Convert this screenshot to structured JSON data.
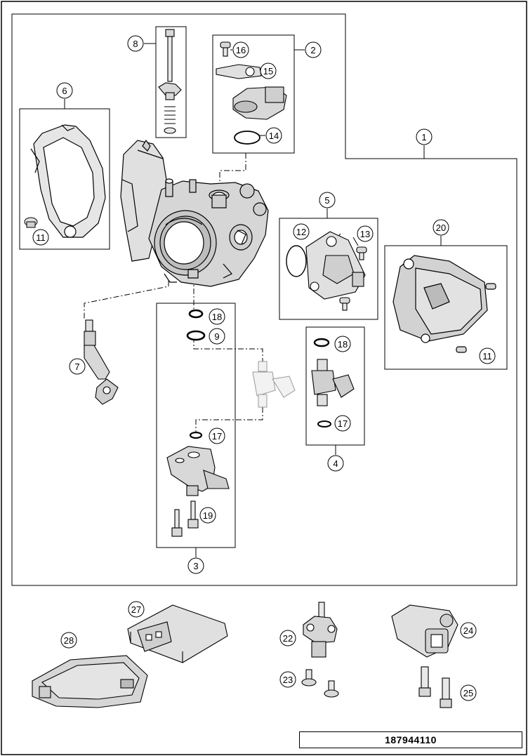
{
  "callouts": [
    {
      "id": "c1",
      "label": "1"
    },
    {
      "id": "c2",
      "label": "2"
    },
    {
      "id": "c3",
      "label": "3"
    },
    {
      "id": "c4",
      "label": "4"
    },
    {
      "id": "c5",
      "label": "5"
    },
    {
      "id": "c6",
      "label": "6"
    },
    {
      "id": "c7",
      "label": "7"
    },
    {
      "id": "c8",
      "label": "8"
    },
    {
      "id": "c9",
      "label": "9"
    },
    {
      "id": "c11a",
      "label": "11"
    },
    {
      "id": "c11b",
      "label": "11"
    },
    {
      "id": "c12",
      "label": "12"
    },
    {
      "id": "c13",
      "label": "13"
    },
    {
      "id": "c14",
      "label": "14"
    },
    {
      "id": "c15",
      "label": "15"
    },
    {
      "id": "c16",
      "label": "16"
    },
    {
      "id": "c17a",
      "label": "17"
    },
    {
      "id": "c17b",
      "label": "17"
    },
    {
      "id": "c18a",
      "label": "18"
    },
    {
      "id": "c18b",
      "label": "18"
    },
    {
      "id": "c19",
      "label": "19"
    },
    {
      "id": "c20",
      "label": "20"
    },
    {
      "id": "c22",
      "label": "22"
    },
    {
      "id": "c23",
      "label": "23"
    },
    {
      "id": "c24",
      "label": "24"
    },
    {
      "id": "c25",
      "label": "25"
    },
    {
      "id": "c27",
      "label": "27"
    },
    {
      "id": "c28",
      "label": "28"
    }
  ],
  "footer": {
    "part_number": "187944110"
  }
}
